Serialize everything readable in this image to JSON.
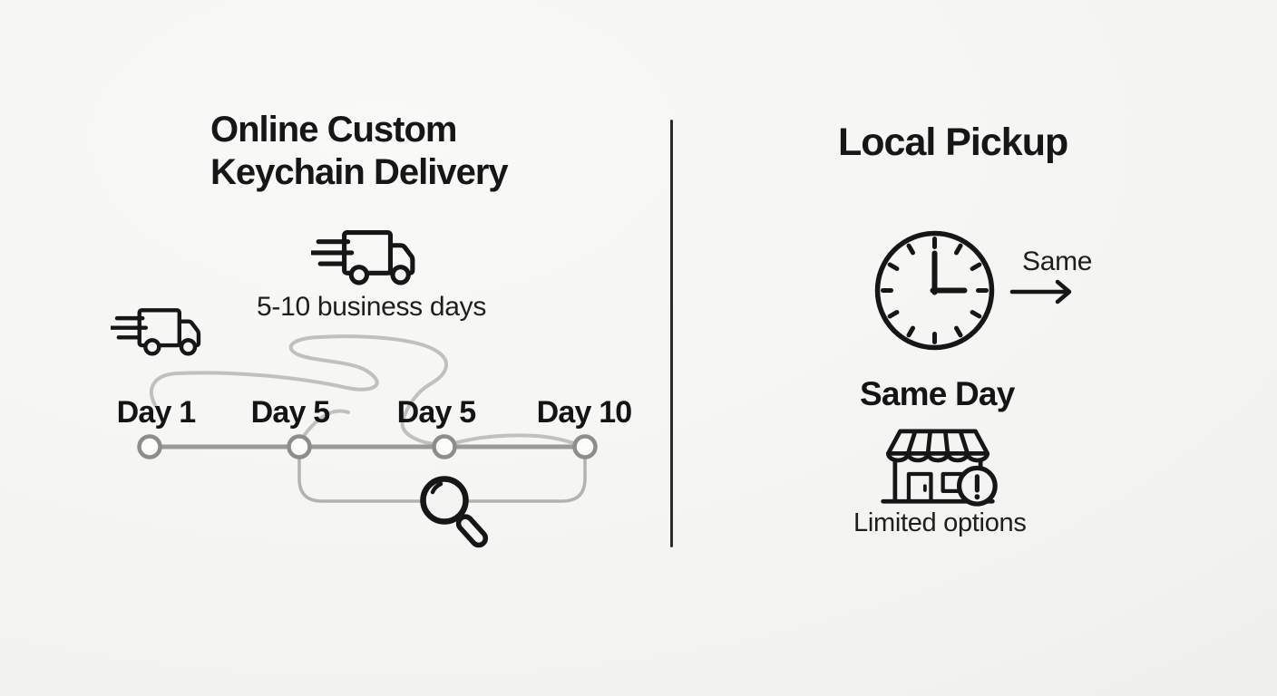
{
  "left_panel": {
    "title": "Online Custom Keychain Delivery",
    "duration_label": "5-10 business days",
    "timeline": {
      "milestones": [
        {
          "label": "Day 1"
        },
        {
          "label": "Day 5"
        },
        {
          "label": "Day 5"
        },
        {
          "label": "Day 10"
        }
      ]
    },
    "icons": [
      "delivery-truck-icon",
      "delivery-truck-icon",
      "magnifier-icon"
    ]
  },
  "right_panel": {
    "title": "Local Pickup",
    "arrow_label": "Same",
    "speed_heading": "Same Day",
    "caption": "Limited options",
    "icons": [
      "clock-icon",
      "right-arrow-icon",
      "storefront-icon",
      "exclamation-icon"
    ]
  },
  "colors": {
    "background": "#f4f4f2",
    "ink": "#1a1a1a",
    "timeline_line": "#9a9a98",
    "timeline_node_fill": "#fcfcfb",
    "route_scribble": "#c0c0be",
    "bracket": "#b2b2b0",
    "divider": "#2b2b2b"
  }
}
